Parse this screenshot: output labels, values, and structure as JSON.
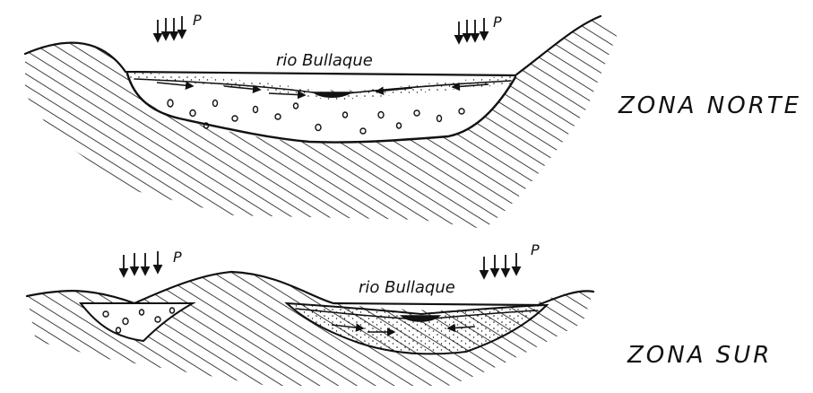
{
  "north": {
    "zone_label": "ZONA NORTE",
    "river_label": "rio Bullaque",
    "precip_left_label": "P",
    "precip_right_label": "P"
  },
  "south": {
    "zone_label": "ZONA SUR",
    "river_label": "rio Bullaque",
    "precip_left_label": "P",
    "precip_right_label": "P"
  }
}
